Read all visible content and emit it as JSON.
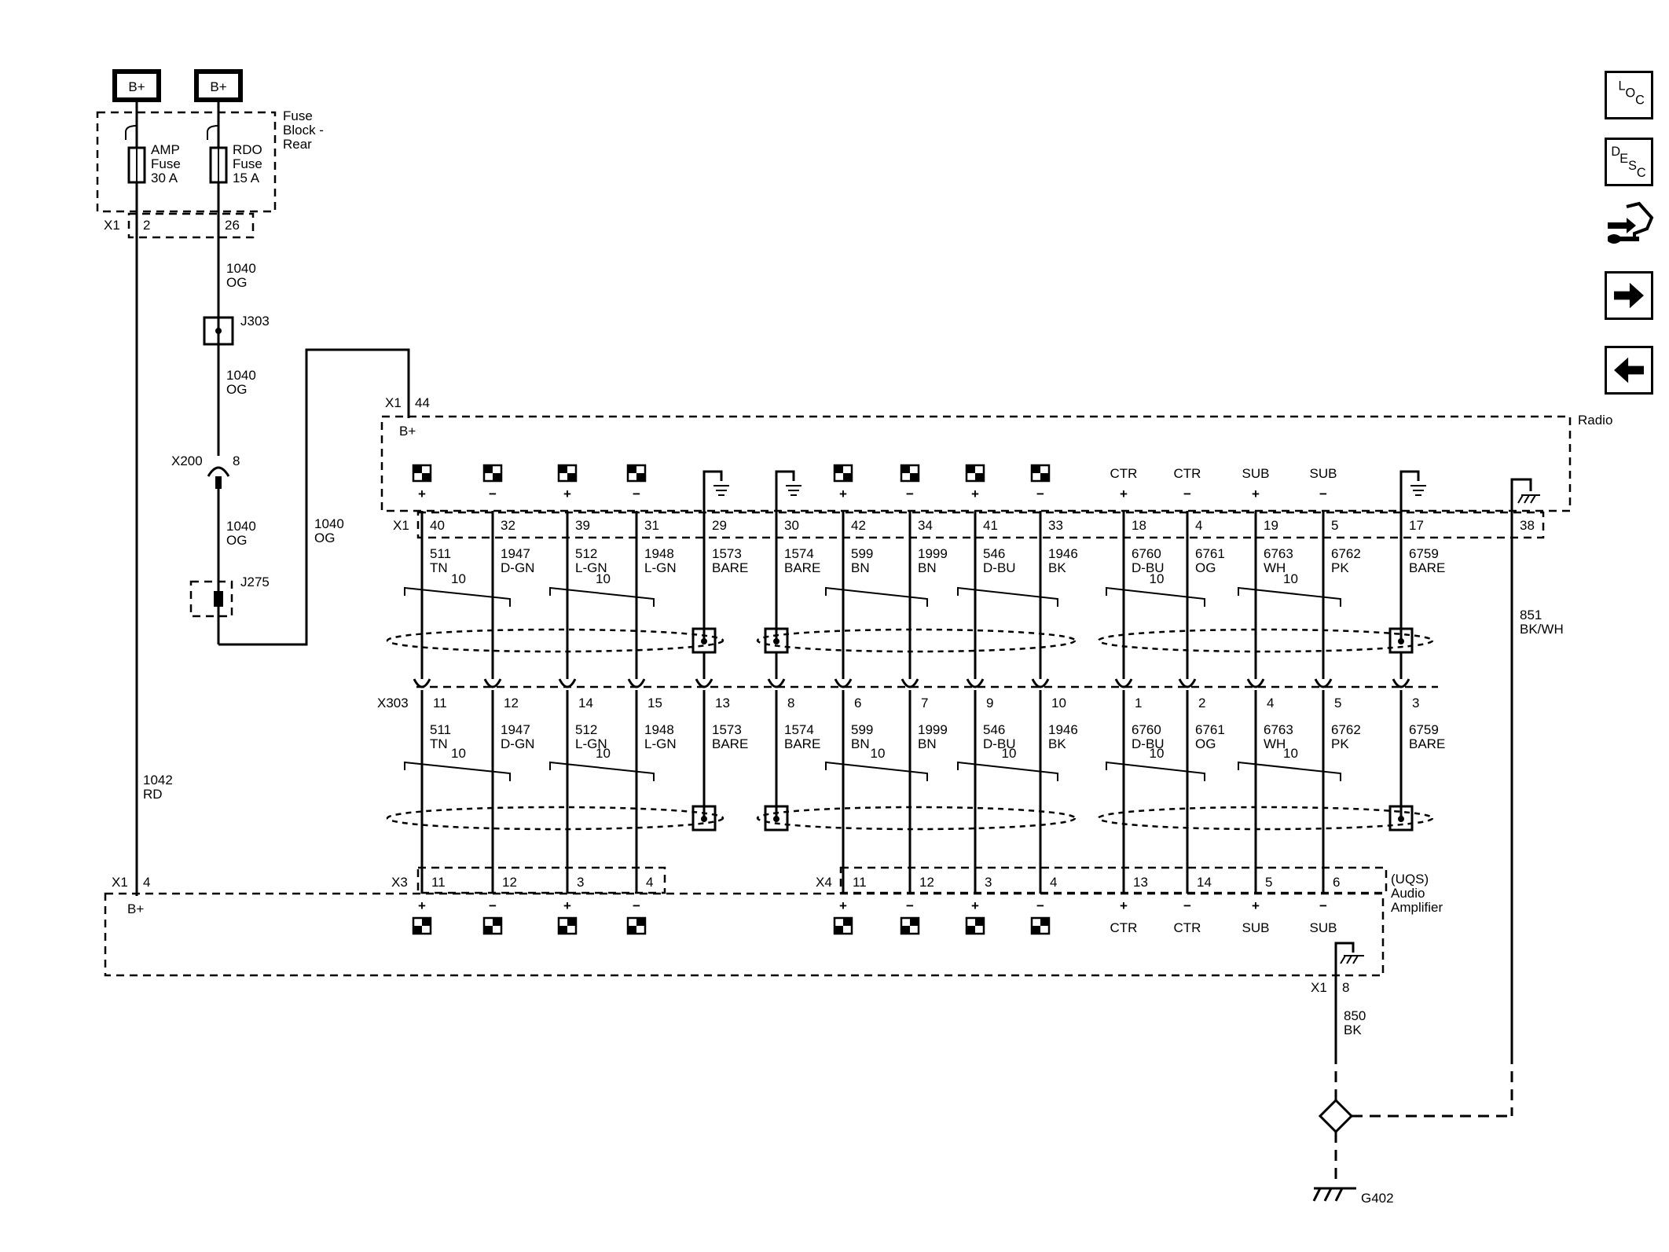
{
  "power": {
    "b_plus_left": "B+",
    "b_plus_right": "B+"
  },
  "fuse_block": {
    "title_lines": [
      "Fuse",
      "Block -",
      "Rear"
    ],
    "amp_fuse_lines": [
      "AMP",
      "Fuse",
      "30 A"
    ],
    "rdo_fuse_lines": [
      "RDO",
      "Fuse",
      "15 A"
    ],
    "connector": "X1",
    "pins": [
      "2",
      "26"
    ]
  },
  "wire_1040": {
    "circuit": "1040",
    "color": "OG"
  },
  "wire_1042": {
    "circuit": "1042",
    "color": "RD"
  },
  "splices": {
    "j303": "J303",
    "j275": "J275"
  },
  "x200": {
    "label": "X200",
    "pin": "8"
  },
  "radio": {
    "title": "Radio",
    "connector": "X1",
    "b_plus_pin": "44",
    "b_plus_label": "B+",
    "ground_pin": "38"
  },
  "channels": [
    {
      "rpin": "40",
      "circuit": "511",
      "color": "TN",
      "xpin": "11",
      "apin": "11",
      "sign": "+",
      "label": ""
    },
    {
      "rpin": "32",
      "circuit": "1947",
      "color": "D-GN",
      "xpin": "12",
      "apin": "12",
      "sign": "−",
      "label": ""
    },
    {
      "rpin": "39",
      "circuit": "512",
      "color": "L-GN",
      "xpin": "14",
      "apin": "3",
      "sign": "+",
      "label": ""
    },
    {
      "rpin": "31",
      "circuit": "1948",
      "color": "L-GN",
      "xpin": "15",
      "apin": "4",
      "sign": "−",
      "label": ""
    },
    {
      "rpin": "29",
      "circuit": "1573",
      "color": "BARE",
      "xpin": "13",
      "apin": "",
      "sign": "",
      "label": ""
    },
    {
      "rpin": "30",
      "circuit": "1574",
      "color": "BARE",
      "xpin": "8",
      "apin": "",
      "sign": "",
      "label": ""
    },
    {
      "rpin": "42",
      "circuit": "599",
      "color": "BN",
      "xpin": "6",
      "apin": "11",
      "sign": "+",
      "label": ""
    },
    {
      "rpin": "34",
      "circuit": "1999",
      "color": "BN",
      "xpin": "7",
      "apin": "12",
      "sign": "−",
      "label": ""
    },
    {
      "rpin": "41",
      "circuit": "546",
      "color": "D-BU",
      "xpin": "9",
      "apin": "3",
      "sign": "+",
      "label": ""
    },
    {
      "rpin": "33",
      "circuit": "1946",
      "color": "BK",
      "xpin": "10",
      "apin": "4",
      "sign": "−",
      "label": ""
    },
    {
      "rpin": "18",
      "circuit": "6760",
      "color": "D-BU",
      "xpin": "1",
      "apin": "13",
      "sign": "+",
      "label": "CTR"
    },
    {
      "rpin": "4",
      "circuit": "6761",
      "color": "OG",
      "xpin": "2",
      "apin": "14",
      "sign": "−",
      "label": "CTR"
    },
    {
      "rpin": "19",
      "circuit": "6763",
      "color": "WH",
      "xpin": "4",
      "apin": "5",
      "sign": "+",
      "label": "SUB"
    },
    {
      "rpin": "5",
      "circuit": "6762",
      "color": "PK",
      "xpin": "5",
      "apin": "6",
      "sign": "−",
      "label": "SUB"
    },
    {
      "rpin": "17",
      "circuit": "6759",
      "color": "BARE",
      "xpin": "3",
      "apin": "",
      "sign": "",
      "label": ""
    }
  ],
  "twist_label": "10",
  "x303": {
    "label": "X303",
    "connector_x1": "X1"
  },
  "amplifier": {
    "title_lines": [
      "(UQS)",
      "Audio",
      "Amplifier"
    ],
    "connector_b": "X1",
    "b_plus_pin": "4",
    "b_plus_label": "B+",
    "x3": "X3",
    "x4": "X4",
    "ground_connector": "X1",
    "ground_pin": "8"
  },
  "wire_851": {
    "circuit": "851",
    "color": "BK/WH"
  },
  "wire_850": {
    "circuit": "850",
    "color": "BK"
  },
  "ground": {
    "label": "G402"
  },
  "nav": {
    "loc": {
      "letters": [
        "L",
        "O",
        "C"
      ]
    },
    "desc": {
      "letters": [
        "D",
        "E",
        "S",
        "C"
      ]
    },
    "icons": [
      "connector-icon",
      "next-arrow-icon",
      "previous-arrow-icon"
    ]
  }
}
